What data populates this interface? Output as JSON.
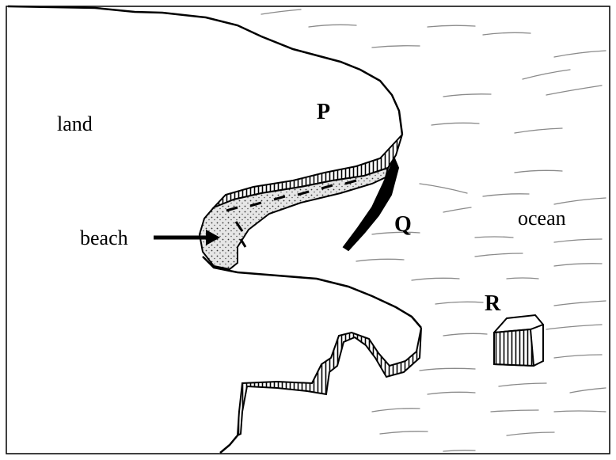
{
  "labels": {
    "land": "land",
    "ocean": "ocean",
    "beach": "beach",
    "p": "P",
    "q": "Q",
    "r": "R"
  },
  "colors": {
    "ink": "#000000",
    "paper": "#ffffff",
    "beach_fill": "#dcdcdc",
    "water_marks": "#8a8a8a"
  },
  "icons": {
    "beach_pointer": "arrow-right-icon"
  }
}
